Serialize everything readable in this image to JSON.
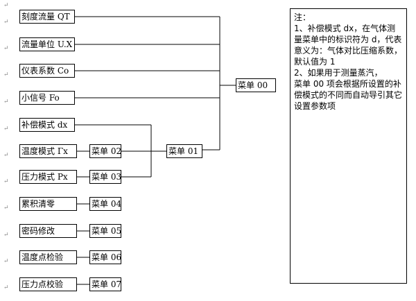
{
  "left_boxes": [
    {
      "label": "刻度流量 QT"
    },
    {
      "label": "流量单位 U.X"
    },
    {
      "label": "仪表系数 Co"
    },
    {
      "label": "小信号 Fo"
    },
    {
      "label": "补偿模式 dx"
    },
    {
      "label": "温度模式 Γx"
    },
    {
      "label": "压力模式 Px"
    },
    {
      "label": "累积清零"
    },
    {
      "label": "密码修改"
    },
    {
      "label": "温度点检验"
    },
    {
      "label": "压力点校验"
    }
  ],
  "menus": {
    "m00": "菜单 00",
    "m01": "菜单 01",
    "m02": "菜单 02",
    "m03": "菜单 03",
    "m04": "菜单 04",
    "m05": "菜单 05",
    "m06": "菜单 06",
    "m07": "菜单 07"
  },
  "paragraph_mark": "↵",
  "note": {
    "title": "注：",
    "line1": "1、补偿模式 dx，在气体测量菜单中的标识符为 d，代表意义为：气体对比压缩系数，默认值为 1",
    "line2_a": "2、如果用于测量蒸汽，",
    "line2_b": "菜单 00 项会根据所设置的补偿模式的不同而自动导引其它设置参数项"
  }
}
